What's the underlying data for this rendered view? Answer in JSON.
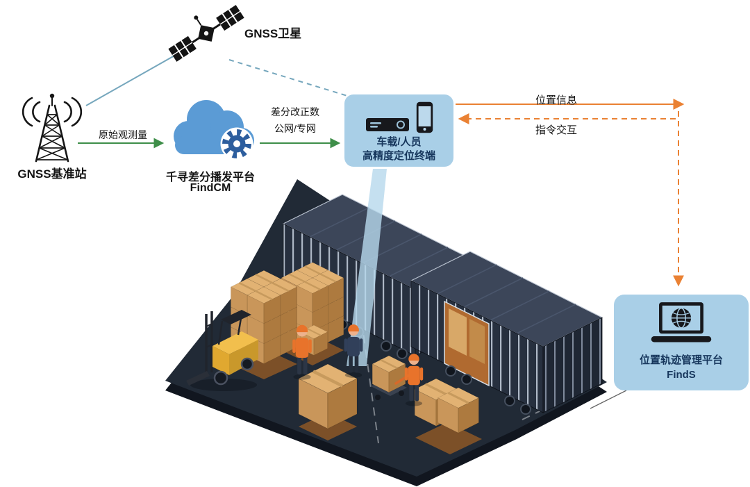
{
  "nodes": {
    "satellite": {
      "label": "GNSS卫星"
    },
    "base_station": {
      "label": "GNSS基准站"
    },
    "cloud_platform": {
      "line1": "千寻差分播发平台",
      "line2": "FindCM"
    },
    "terminal": {
      "line1": "车载/人员",
      "line2": "高精度定位终端"
    },
    "management_platform": {
      "line1": "位置轨迹管理平台",
      "line2": "FindS"
    }
  },
  "links": {
    "raw_observation": "原始观测量",
    "diff_correction_line1": "差分改正数",
    "diff_correction_line2": "公网/专网",
    "position_info": "位置信息",
    "command_exchange": "指令交互"
  },
  "icons": {
    "satellite": "satellite-icon",
    "base_station": "radio-tower-icon",
    "cloud": "cloud-gear-icon",
    "terminal_receiver": "gnss-receiver-icon",
    "terminal_phone": "smartphone-icon",
    "management_platform": "laptop-globe-icon"
  },
  "colors": {
    "callout_bg": "#a9cfe7",
    "label_navy": "#16365c",
    "green_arrow": "#3e8e49",
    "orange_arrow": "#ea8133",
    "teal_line": "#76a7bd",
    "cloud_blue": "#5b9bd5",
    "gear_blue": "#2d5e9e",
    "container_navy": "#27303f",
    "crate_tan": "#e2b273",
    "forklift_yellow": "#f2bf4d"
  }
}
